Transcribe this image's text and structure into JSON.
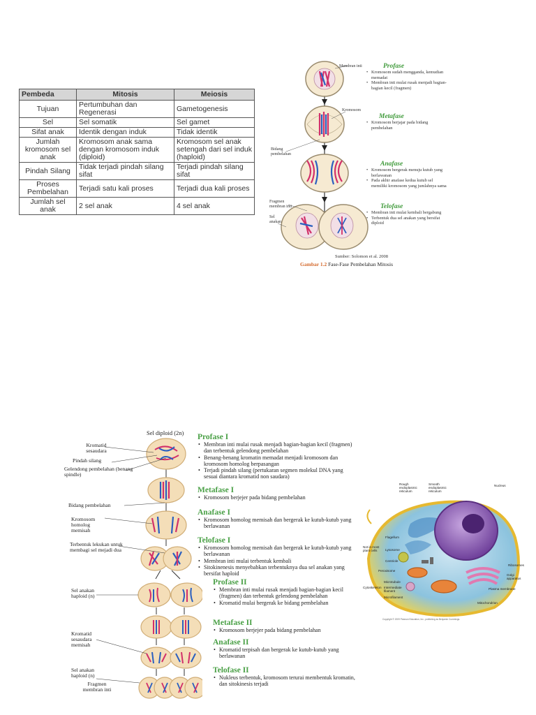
{
  "table": {
    "headers": [
      "Pembeda",
      "Mitosis",
      "Meiosis"
    ],
    "rows": [
      [
        "Tujuan",
        "Pertumbuhan dan Regenerasi",
        "Gametogenesis"
      ],
      [
        "Sel",
        "Sel somatik",
        "Sel gamet"
      ],
      [
        "Sifat anak",
        "Identik dengan induk",
        "Tidak identik"
      ],
      [
        "Jumlah kromosom sel anak",
        "Kromosom anak sama dengan kromosom induk (diploid)",
        "Kromosom sel anak setengah dari sel induk (haploid)"
      ],
      [
        "Pindah Silang",
        "Tidak terjadi pindah silang sifat",
        "Terjadi pindah silang sifat"
      ],
      [
        "Proses Pembelahan",
        "Terjadi satu kali proses",
        "Terjadi dua kali proses"
      ],
      [
        "Jumlah sel anak",
        "2 sel anak",
        "4 sel anak"
      ]
    ]
  },
  "mitosis": {
    "labels": {
      "membran_inti": "Membran inti",
      "kromosom": "Kromosom",
      "bidang": "Bidang pembelahan",
      "fragmen": "Fragmen membran inti",
      "sel_anakan": "Sel anakan"
    },
    "phases": [
      {
        "title": "Profase",
        "points": [
          "Kromosom sudah mengganda, kemudian memadat",
          "Membran inti mulai rusak menjadi bagian-bagian kecil (fragmen)"
        ]
      },
      {
        "title": "Metafase",
        "points": [
          "Kromosom berjajar pada bidang pembelahan"
        ]
      },
      {
        "title": "Anafase",
        "points": [
          "Kromosom bergerak menuju kutub yang berlawanan",
          "Pada akhir anafase kedua kutub sel memiliki kromosom yang jumlahnya sama"
        ]
      },
      {
        "title": "Telofase",
        "points": [
          "Membran inti mulai kembali bergabung",
          "Terbentuk dua sel anakan yang bersifat diploid"
        ]
      }
    ],
    "source": "Sumber: Solomon et al. 2008",
    "caption_num": "Gambar 1.2",
    "caption_text": "Fase-Fase Pembelahan Mitosis"
  },
  "meiosis": {
    "top_label": "Sel diploid (2n)",
    "left_labels": {
      "kromatid": "Kromatid sesaudara",
      "pindah": "Pindah silang",
      "gelendong": "Gelendong pembelahan (benang spindle)",
      "bidang": "Bidang pembelahan",
      "kromosom": "Kromosom homolog memisah",
      "lekukan": "Terbentuk lekukan untuk membagi sel mejadi dua",
      "sel_haploid1": "Sel anakan haploid (n)",
      "kromatid2": "Kromatid sesaudara memisah",
      "sel_haploid2": "Sel anakan haploid (n)",
      "fragmen": "Fragmen membran inti"
    },
    "phases": [
      {
        "title": "Profase I",
        "points": [
          "Membran inti mulai rusak menjadi bagian-bagian kecil (fragmen) dan terbentuk gelendong pembelahan",
          "Benang-benang kromatin memadat menjadi kromosom dan kromosom homolog berpasangan",
          "Terjadi pindah silang (pertukaran segmen molekul DNA yang sesuai diantara kromatid non saudara)"
        ]
      },
      {
        "title": "Metafase I",
        "points": [
          "Kromosom berjejer pada bidang pembelahan"
        ]
      },
      {
        "title": "Anafase I",
        "points": [
          "Kromosom homolog memisah dan bergerak ke kutub-kutub yang berlawanan"
        ]
      },
      {
        "title": "Telofase I",
        "points": [
          "Kromosom homolog memisah dan bergerak ke kutub-kutub yang berlawanan",
          "Membran inti mulai terbentuk kembali",
          "Sitokinenesis menyebabkan terbentuknya dua sel anakan yang bersifat haploid"
        ]
      },
      {
        "title": "Profase II",
        "points": [
          "Membran inti mulai rusak menjadi bagian-bagian kecil (fragmen) dan terbentuk gelendong pembelahan",
          "Kromatid mulai bergerak ke bidang pembelahan"
        ]
      },
      {
        "title": "Metafase II",
        "points": [
          "Kromosom berjejer pada bidang pembelahan"
        ]
      },
      {
        "title": "Anafase II",
        "points": [
          "Kromatid terpisah dan bergerak ke kutub-kutub yang berlawanan"
        ]
      },
      {
        "title": "Telofase II",
        "points": [
          "Nukleus terbentuk, kromosom terurai membentuk kromatin, dan sitokinesis terjadi"
        ]
      }
    ]
  },
  "cell": {
    "labels": {
      "rough_er": "Rough endoplasmic reticulum",
      "smooth_er": "Smooth endoplasmic reticulum",
      "nucleus": "Nucleus",
      "flagellum": "Flagellum",
      "not_plant": "Not in most plant cells",
      "lysosome": "Lysosome",
      "centriole": "Centriole",
      "peroxisome": "Peroxisome",
      "cytoskeleton": "Cytoskeleton",
      "microtubule": "Microtubule",
      "intermediate": "Intermediate filament",
      "microfilament": "Microfilament",
      "ribosomes": "Ribosomes",
      "golgi": "Golgi apparatus",
      "plasma": "Plasma membrane",
      "mito": "Mitochondrion",
      "copyright": "Copyright © 2009 Pearson Education, Inc., publishing as Benjamin Cummings."
    }
  },
  "colors": {
    "green_title": "#3f9a3a",
    "chromosome_red": "#d2306a",
    "chromosome_blue": "#2a5fc0",
    "cell_fill": "#f6ead2",
    "caption_orange": "#d4692c"
  }
}
